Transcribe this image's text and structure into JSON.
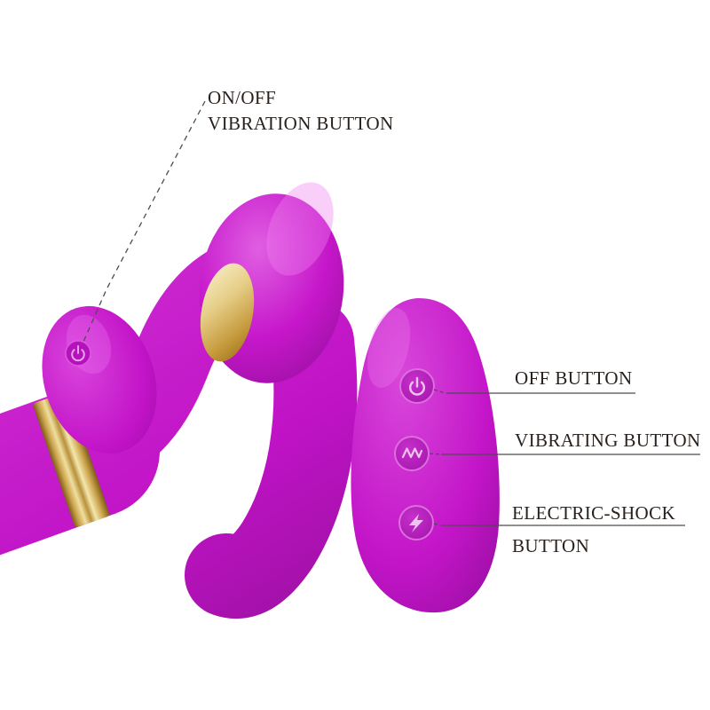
{
  "image_description": "Annotated product diagram of a purple silicone massager with a gold electrode pad, a handle power button and a separate egg-shaped three-button controller",
  "colors": {
    "text": "#2a211c",
    "leader_line": "#4d4d4d",
    "body_light": "#e05fe2",
    "body_mid": "#c316c9",
    "body_dark": "#8d0d96",
    "gold_light": "#f8eec6",
    "gold_mid": "#d8b763",
    "gold_dark": "#8a6a20",
    "button_icon": "#efc4f1",
    "background": "#ffffff"
  },
  "annotations": {
    "handle_button": {
      "line1": "ON/OFF",
      "line2": "VIBRATION BUTTON",
      "icon": "power-icon"
    },
    "off_button": {
      "label": "OFF BUTTON",
      "icon": "power-icon"
    },
    "vibrating_button": {
      "label": "VIBRATING BUTTON",
      "icon": "wave-icon"
    },
    "electric_shock_button": {
      "line1": "ELECTRIC-SHOCK",
      "line2": "BUTTON",
      "icon": "lightning-icon"
    }
  }
}
